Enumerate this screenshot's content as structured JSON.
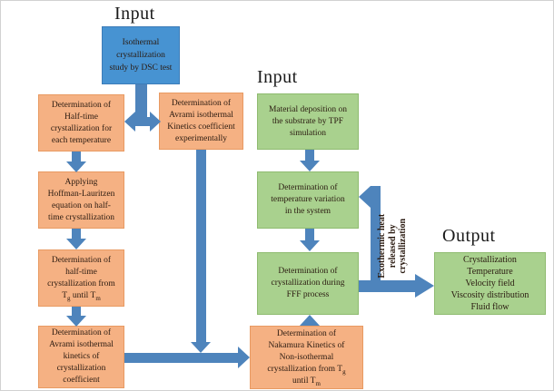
{
  "colors": {
    "arrow": "#4e84bc",
    "blue_fill": "#4793d2",
    "blue_border": "#3c7cb8",
    "orange_fill": "#f5b183",
    "orange_border": "#e89a62",
    "green_fill": "#a9d18e",
    "green_border": "#8fbb70",
    "text": "#2a1a10",
    "heading": "#1a1a1a"
  },
  "headings": {
    "input_left": "Input",
    "input_right": "Input",
    "output": "Output"
  },
  "boxes": {
    "dsc": {
      "lines": [
        "Isothermal",
        "crystallization",
        "study by DSC test"
      ]
    },
    "halftime_each": {
      "lines": [
        "Determination of",
        "Half-time",
        "crystallization for",
        "each temperature"
      ]
    },
    "avrami_exp": {
      "lines": [
        "Determination of",
        "Avrami isothermal",
        "Kinetics coefficient",
        "experimentally"
      ]
    },
    "hoffman": {
      "lines": [
        "Applying",
        "Hoffman-Lauritzen",
        "equation on half-",
        "time crystallization"
      ]
    },
    "halftime_range": {
      "lines": [
        "Determination of",
        "half-time",
        "crystallization from"
      ],
      "range": {
        "pre": "T",
        "sub1": "g",
        "mid": " until T",
        "sub2": "m"
      }
    },
    "avrami_kinetics": {
      "lines": [
        "Determination of",
        "Avrami isothermal",
        "kinetics of",
        "crystallization",
        "coefficient"
      ]
    },
    "nakamura": {
      "lines": [
        "Determination of",
        "Nakamura Kinetics of",
        "Non-isothermal"
      ],
      "line4": {
        "pre": "crystallization from T",
        "sub": "g"
      },
      "line5": {
        "pre": "until T",
        "sub": "m"
      }
    },
    "material": {
      "lines": [
        "Material deposition on",
        "the substrate by TPF",
        "simulation"
      ]
    },
    "temp_variation": {
      "lines": [
        "Determination of",
        "temperature variation",
        "in the system"
      ]
    },
    "fff": {
      "lines": [
        "Determination of",
        "crystallization during",
        "FFF process"
      ]
    },
    "output": {
      "lines": [
        "Crystallization",
        "Temperature",
        "Velocity field",
        "Viscosity distribution",
        "Fluid flow"
      ]
    }
  },
  "annotations": {
    "exothermic": {
      "lines": [
        "Exothermic heat",
        "released by",
        "crystallization"
      ]
    }
  }
}
